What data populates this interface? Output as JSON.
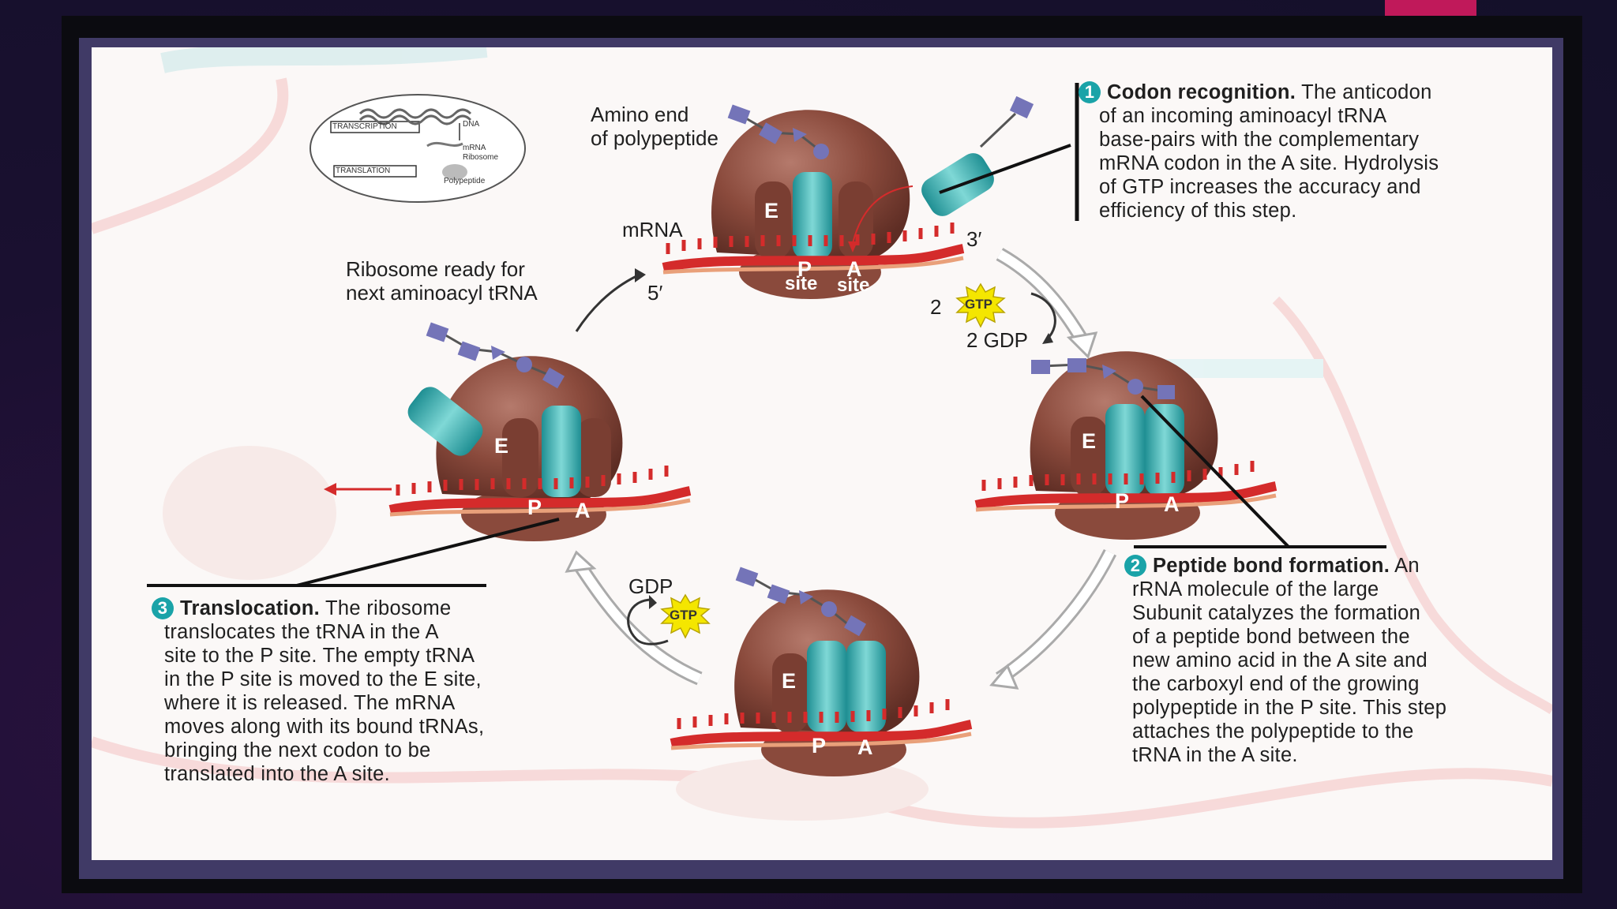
{
  "colors": {
    "background": "#1a1030",
    "accent": "#c0195a",
    "ribosome": "#8a4a3c",
    "trna": "#3fb6b8",
    "mrna": "#d42b2b",
    "step_number": "#1aa3a8"
  },
  "inset": {
    "transcription": "TRANSCRIPTION",
    "translation": "TRANSLATION",
    "dna": "DNA",
    "mrna": "mRNA",
    "ribosome": "Ribosome",
    "polypeptide": "Polypeptide"
  },
  "labels": {
    "amino_end_line1": "Amino end",
    "amino_end_line2": "of polypeptide",
    "mrna": "mRNA",
    "three_prime": "3′",
    "five_prime": "5′",
    "ribosome_ready_line1": "Ribosome ready for",
    "ribosome_ready_line2": "next aminoacyl tRNA",
    "two": "2",
    "gtp": "GTP",
    "two_gdp": "2 GDP",
    "gdp": "GDP"
  },
  "sites": {
    "e": "E",
    "p": "P",
    "a": "A",
    "site": "site"
  },
  "steps": [
    {
      "number": "1",
      "title": "Codon recognition.",
      "lines": [
        "The anticodon",
        "of an incoming aminoacyl tRNA",
        "base-pairs with the complementary",
        "mRNA codon in the A site.  Hydrolysis",
        "of GTP increases the accuracy and",
        "efficiency of this step."
      ]
    },
    {
      "number": "2",
      "title": "Peptide bond formation.",
      "lines": [
        "An",
        "rRNA molecule of the large",
        "Subunit catalyzes the formation",
        "of a peptide bond between the",
        "new amino acid in the A site and",
        "the carboxyl end of the growing",
        "polypeptide in the P site.  This step",
        "attaches the polypeptide to the",
        "tRNA in the A site."
      ]
    },
    {
      "number": "3",
      "title": "Translocation.",
      "lines": [
        "The ribosome",
        "translocates the tRNA in the A",
        "site to the P site. The empty tRNA",
        "in the P site is moved to the  E site,",
        "where it is released. The mRNA",
        "moves along with its bound tRNAs,",
        "bringing the next codon to be",
        "translated into the A site."
      ]
    }
  ]
}
